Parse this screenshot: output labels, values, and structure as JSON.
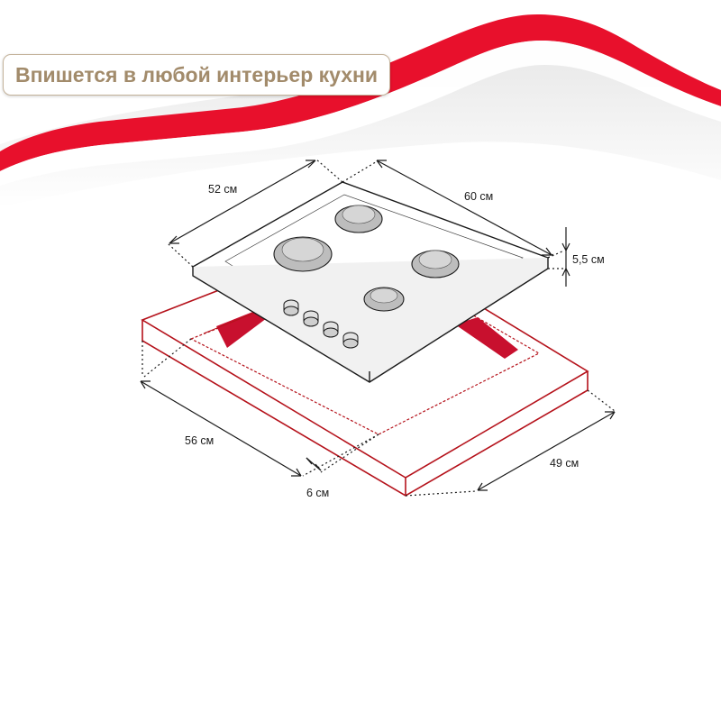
{
  "headline": {
    "text": "Впишется в любой интерьер кухни"
  },
  "colors": {
    "banner_red": "#e8102c",
    "headline_text": "#a28b6b",
    "countertop_outline": "#b5121b",
    "cutout_fill": "#c8102e",
    "line": "#1a1a1a",
    "burner": "#bdbdbd"
  },
  "illustration": {
    "subject": "built-in gas hob with countertop cutout",
    "burner_count": 4,
    "knob_count": 4
  },
  "dimensions": {
    "hob_depth": "52 см",
    "hob_width": "60 см",
    "hob_height": "5,5 см",
    "cutout_width": "56 см",
    "cutout_depth": "49 см",
    "cutout_offset": "6 см"
  }
}
